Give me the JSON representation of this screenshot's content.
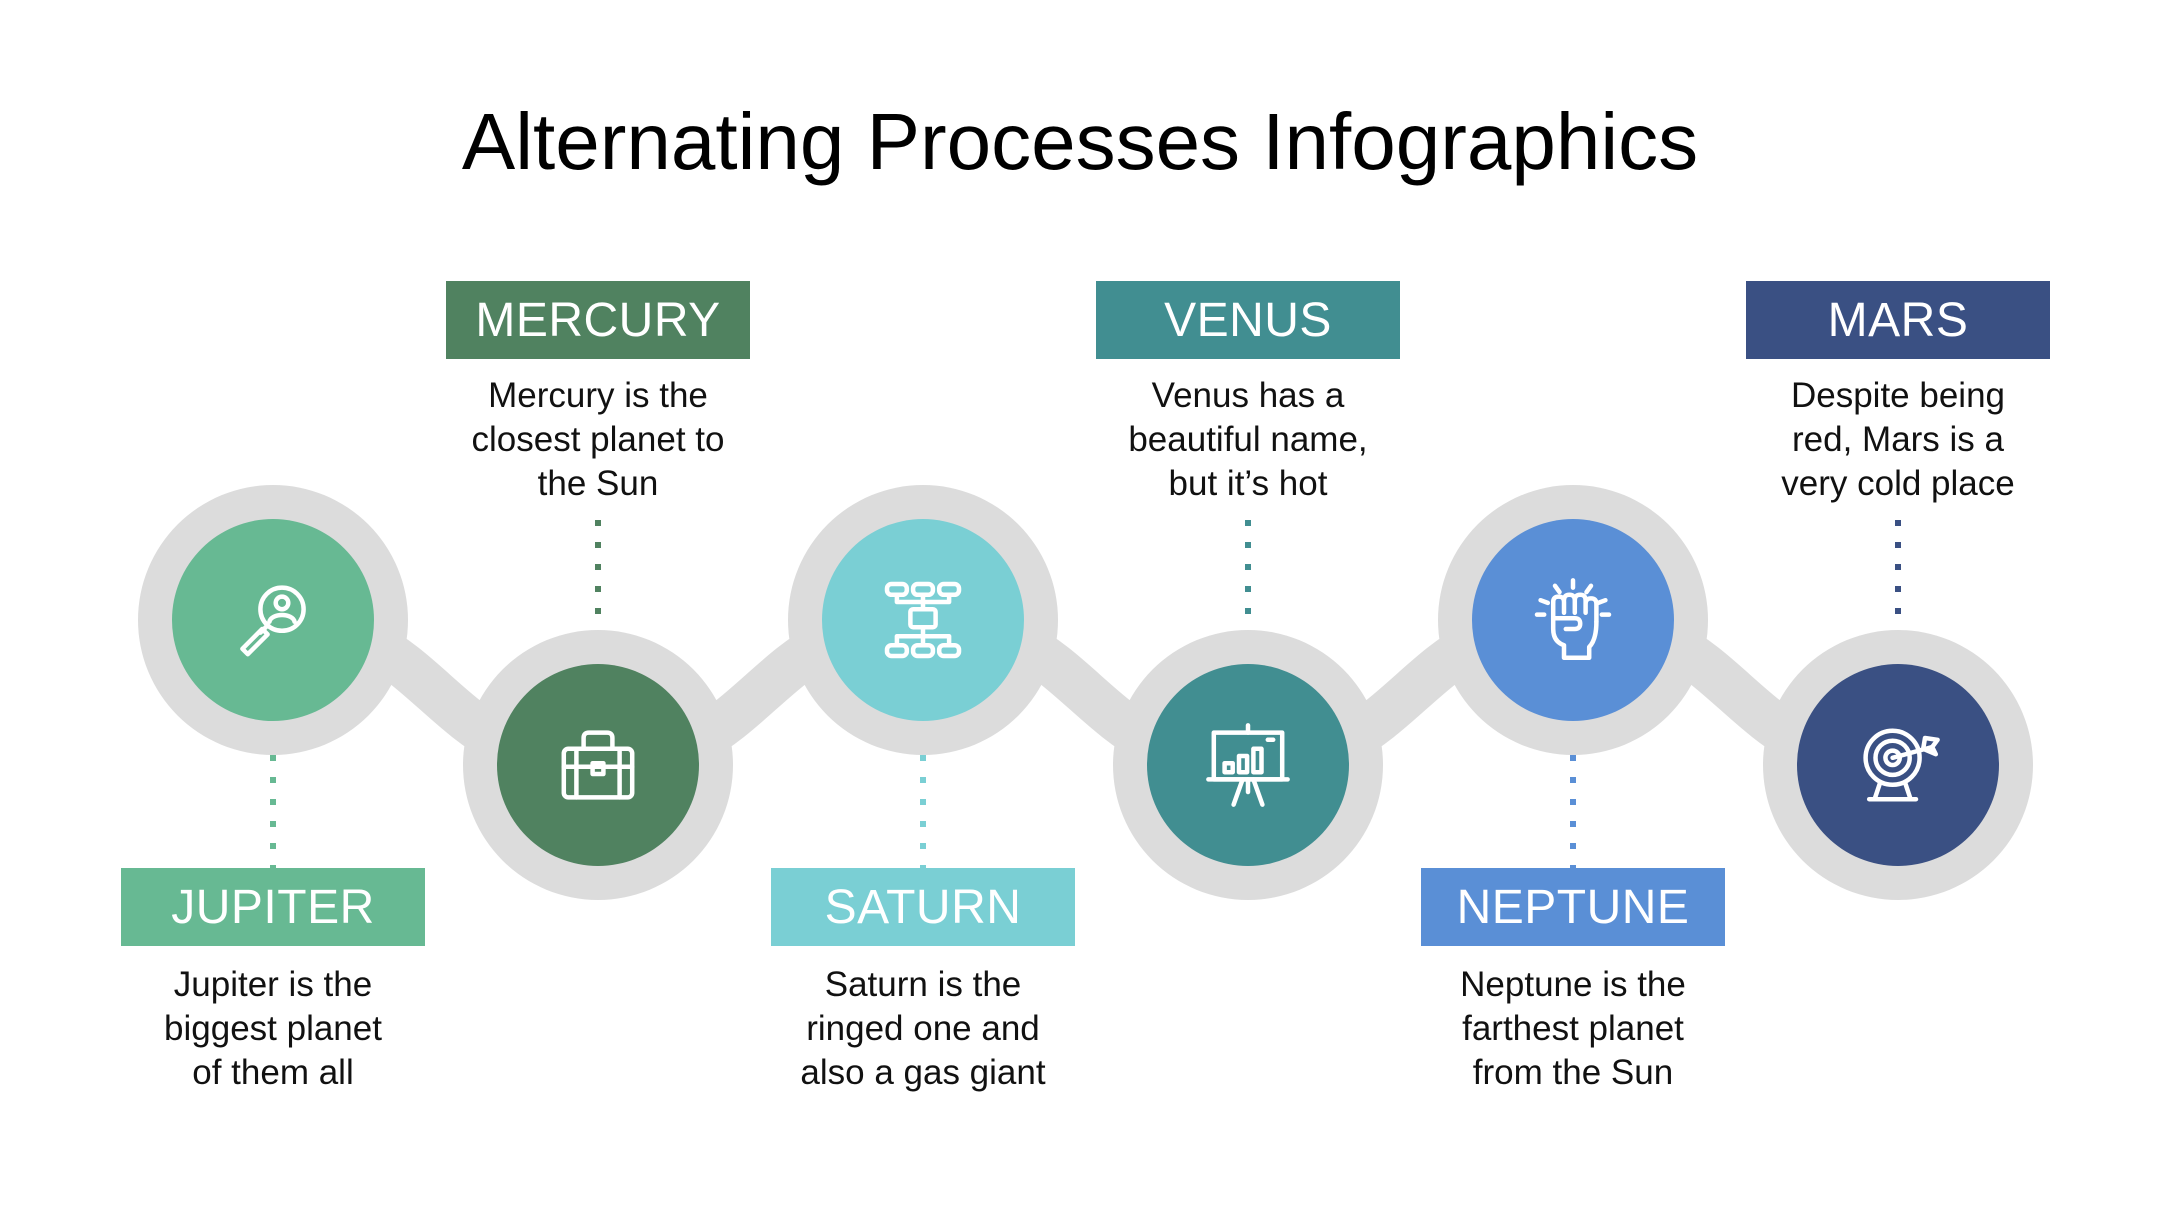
{
  "title": "Alternating Processes Infographics",
  "colors": {
    "track": "#dcdcdc",
    "jupiter": "#67b993",
    "mercury": "#508260",
    "saturn": "#7acfd4",
    "venus": "#418e91",
    "neptune": "#5a8fd6",
    "mars": "#3a5083"
  },
  "steps": [
    {
      "key": "jupiter",
      "label": "JUPITER",
      "icon": "magnifier-user-icon",
      "lines": [
        "Jupiter is the",
        "biggest planet",
        "of them all"
      ]
    },
    {
      "key": "mercury",
      "label": "MERCURY",
      "icon": "briefcase-icon",
      "lines": [
        "Mercury is the",
        "closest planet to",
        "the Sun"
      ]
    },
    {
      "key": "saturn",
      "label": "SATURN",
      "icon": "hierarchy-chart-icon",
      "lines": [
        "Saturn is the",
        "ringed one and",
        "also a gas giant"
      ]
    },
    {
      "key": "venus",
      "label": "VENUS",
      "icon": "presentation-board-icon",
      "lines": [
        "Venus has a",
        "beautiful name,",
        "but it’s hot"
      ]
    },
    {
      "key": "neptune",
      "label": "NEPTUNE",
      "icon": "raised-fist-icon",
      "lines": [
        "Neptune is the",
        "farthest planet",
        "from the Sun"
      ]
    },
    {
      "key": "mars",
      "label": "MARS",
      "icon": "target-arrow-icon",
      "lines": [
        "Despite being",
        "red, Mars is a",
        "very cold place"
      ]
    }
  ]
}
